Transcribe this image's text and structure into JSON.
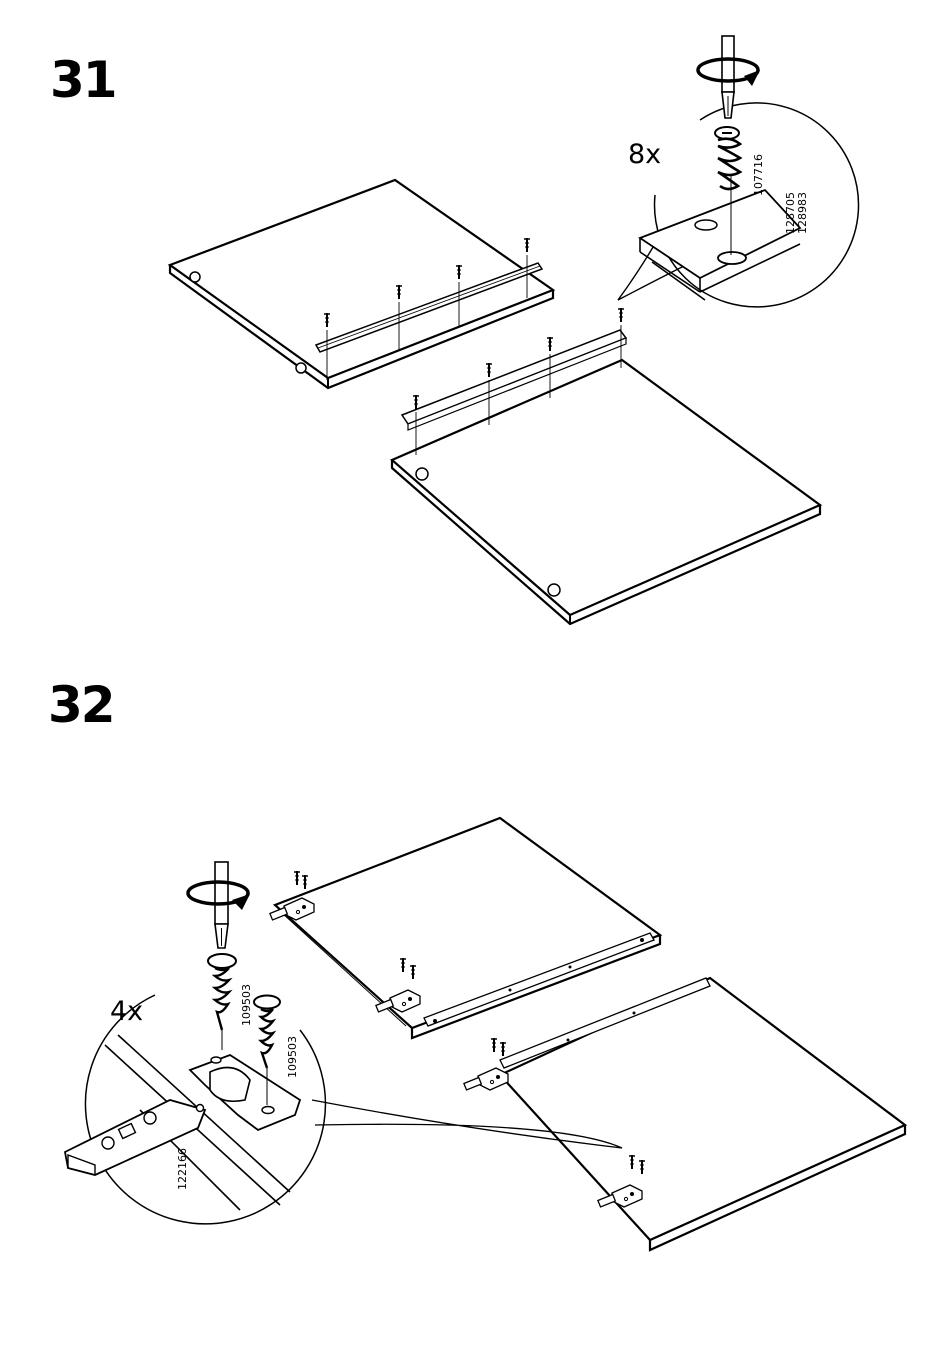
{
  "steps": [
    {
      "number": "31",
      "quantity": "8x",
      "part_numbers": [
        "107716",
        "128705",
        "128983"
      ]
    },
    {
      "number": "32",
      "quantity": "4x",
      "part_numbers": [
        "109503",
        "109503",
        "122166"
      ]
    }
  ],
  "colors": {
    "ink": "#000000",
    "paper": "#ffffff"
  },
  "icons": [
    "screwdriver-icon",
    "rotation-arrow-icon",
    "cam-dowel-icon",
    "wood-screw-icon",
    "hinge-icon",
    "panel-icon",
    "rail-icon"
  ]
}
